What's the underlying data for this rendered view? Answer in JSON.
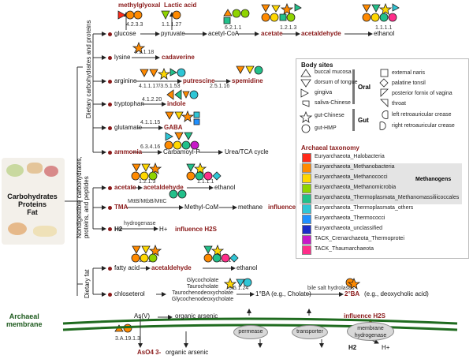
{
  "left_panel": {
    "title_lines": [
      "Carbohydrates",
      "Proteins",
      "Fat"
    ]
  },
  "groups": {
    "dietary_carbs_proteins": "Dietary carbohydrates and proteins",
    "nondigestible": "Nondigestible carbohydrates, proteins, and peptides",
    "dietary_fat": "Dietary fat"
  },
  "pathways": {
    "glucose": {
      "start": "glucose",
      "pyruvate": "pyruvate",
      "acetyl": "acetyl-CoA",
      "acetate": "acetate",
      "acetaldehyde": "acetaldehyde",
      "ethanol": "ethanol",
      "methylglyoxal": "methylglyoxal",
      "lactic": "Lactic acid",
      "ec1": "4.2.3.3",
      "ec2": "1.1.1.27",
      "ec3": "6.2.1.1",
      "ec4": "1.2.1.3",
      "ec5": "1.1.1.1"
    },
    "lysine": {
      "start": "lysine",
      "product": "cadaverine",
      "ec": "4.1.1.18"
    },
    "arginine": {
      "start": "arginine",
      "p1": "putrescine",
      "p2": "spemidine",
      "ec1": "4.1.1.17/3.5.1.53",
      "ec2": "2.5.1.16"
    },
    "tryptophan": {
      "start": "tryptophan",
      "product": "indole",
      "ec": "4.1.2.20"
    },
    "glutamate": {
      "start": "glutamate",
      "product": "GABA",
      "ec": "4.1.1.15"
    },
    "ammonia": {
      "start": "ammonia",
      "mid": "Carbamoyl-P",
      "end": "Urea/TCA cycle",
      "ec": "6.3.4.16"
    },
    "acetate2": {
      "start": "acetate",
      "mid": "acetaldehyde",
      "end": "ethanol",
      "ec1": "1.2.1.3",
      "ec2": "1.1.1.1"
    },
    "tma": {
      "start": "TMA",
      "enz": "MttB/MtbB/MttC",
      "mid": "Methyl-CoM",
      "end": "methane",
      "influence": "influence TMAO"
    },
    "h2": {
      "start": "H2",
      "enz": "hydrogenase",
      "end": "H+",
      "influence": "influence H2S"
    },
    "fatty": {
      "start": "fatty acid",
      "mid": "acetaldehyde",
      "end": "ethanol",
      "ec1": "1.2.1.3",
      "ec2": "1.1.1.1"
    },
    "chol": {
      "start": "chloseterol",
      "list": [
        "Glycocholate",
        "Taurocholate",
        "Taurochenodeoxycholate",
        "Glycochenodeoxycholate"
      ],
      "ec": "3.5.1.24",
      "ba1": "1°BA (e.g., Cholate)",
      "enz": "bile salt hydrolases",
      "ba2": "2°BA",
      "ba2_ex": "(e.g., deoxycholic acid)"
    }
  },
  "membrane": {
    "label_lines": [
      "Archaeal",
      "membrane"
    ],
    "asv": "As(V)",
    "org_arsenic_top": "organic arsenic",
    "org_arsenic_bottom": "organic arsenic",
    "ec": "3.A.19.1.3",
    "aso4": "AsO4 3-",
    "permease": "permease",
    "transporter": "transporter",
    "hydrogenase": "membrane hydrogenase",
    "influence": "influence H2S",
    "h2": "H2",
    "hplus": "H+"
  },
  "legend": {
    "body_sites_title": "Body sites",
    "sites_left": [
      "buccal mucosa",
      "dorsum of tongue",
      "gingiva",
      "saliva-Chinese",
      "gut-Chinese",
      "gut-HMP"
    ],
    "sites_right": [
      "external naris",
      "palatine tonsil",
      "posterior fornix of vagina",
      "throat",
      "left retroauricular crease",
      "right retroauricular crease"
    ],
    "oral": "Oral",
    "gut": "Gut",
    "taxonomy_title": "Archaeal taxonomy",
    "taxa": [
      {
        "name": "Euryarchaeota_Halobacteria",
        "color": "#ff2a1a"
      },
      {
        "name": "Euryarchaeota_Methanobacteria",
        "color": "#ff8a00"
      },
      {
        "name": "Euryarchaeota_Methanococci",
        "color": "#ffd700"
      },
      {
        "name": "Euryarchaeota_Methanomicrobia",
        "color": "#8fd400"
      },
      {
        "name": "Euryarchaeota_Thermoplasmata_Methanomassiliicoccales",
        "color": "#22c08a"
      },
      {
        "name": "Euryarchaeota_Thermoplasmata_others",
        "color": "#2fc6d6"
      },
      {
        "name": "Euryarchaeota_Thermococci",
        "color": "#1e90ff"
      },
      {
        "name": "Euryarchaeota_unclassified",
        "color": "#1a2cc8"
      },
      {
        "name": "TACK_Crenarchaeota_Thermoprotei",
        "color": "#c818c8"
      },
      {
        "name": "TACK_Thaumarchaeota",
        "color": "#ff2d8a"
      }
    ],
    "methanogens": "Methanogens"
  }
}
